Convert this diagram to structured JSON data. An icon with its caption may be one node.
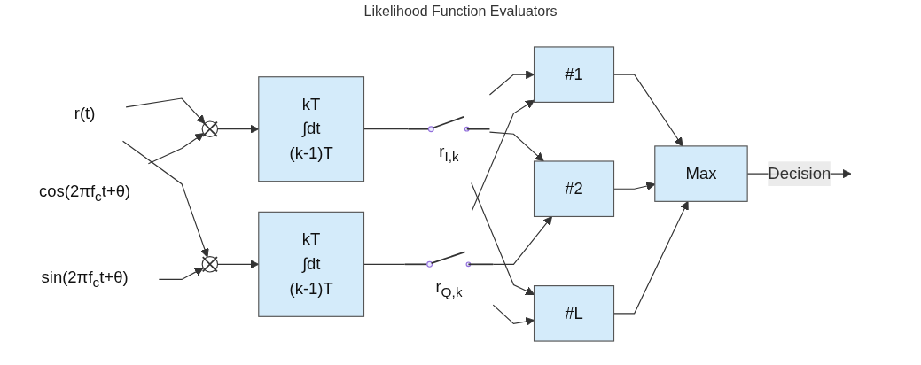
{
  "diagram": {
    "nodes": [
      {
        "text": [
          "r(t)"
        ]
      },
      {
        "text": [
          "cos(2πf$_{c}$t+θ)"
        ]
      },
      {
        "text": [],
        "shape": "circle"
      },
      {
        "text": [
          "kT",
          "∫dt",
          "(k-1)T"
        ]
      },
      {
        "text": [],
        "shape": "switch",
        "beside": [
          "r$_{I,k}$"
        ]
      },
      {
        "text": [],
        "shape": "circle"
      },
      {
        "text": [
          "sin(2πf$_{c}$t+θ)"
        ]
      },
      {
        "text": [
          "kT",
          "∫dt",
          "(k-1)T"
        ]
      },
      {
        "text": [],
        "shape": "switch",
        "beside": [
          "r$_{Q,k}$"
        ]
      },
      {
        "text": [
          "#1"
        ]
      },
      {
        "text": [
          "#2"
        ]
      },
      {
        "text": [
          "#L"
        ]
      },
      {
        "text": [
          "Max"
        ]
      }
    ],
    "edges": [
      {
        "from": 0,
        "to": 2,
        "arrow": "to"
      },
      {
        "from": 0,
        "to": 5,
        "arrow": "to"
      },
      {
        "from": 1,
        "to": 2,
        "arrow": "to"
      },
      {
        "from": 6,
        "to": 5,
        "arrow": "to"
      },
      {
        "from": 2,
        "to": 3,
        "arrow": "to"
      },
      {
        "from": 5,
        "to": 7,
        "arrow": "to"
      },
      {
        "from": 3,
        "to": 4,
        "arrow": "none"
      },
      {
        "from": 7,
        "to": 8,
        "arrow": "none"
      },
      {
        "from": 4,
        "to": 9,
        "arrow": "to"
      },
      {
        "from": 4,
        "to": 10,
        "arrow": "to"
      },
      {
        "from": 4,
        "to": 11,
        "arrow": "to"
      },
      {
        "from": 8,
        "to": 9,
        "arrow": "to"
      },
      {
        "from": 8,
        "to": 10,
        "arrow": "to"
      },
      {
        "from": 8,
        "to": 11,
        "arrow": "to"
      },
      {
        "from": 9,
        "to": 12,
        "arrow": "to"
      },
      {
        "from": 10,
        "to": 12,
        "arrow": "to"
      },
      {
        "from": 11,
        "to": 12,
        "arrow": "to"
      },
      {
        "from": 12,
        "to": null,
        "label": "Decision",
        "arrow": "to"
      }
    ],
    "labels": [
      "Likelihood Function Evaluators"
    ]
  }
}
